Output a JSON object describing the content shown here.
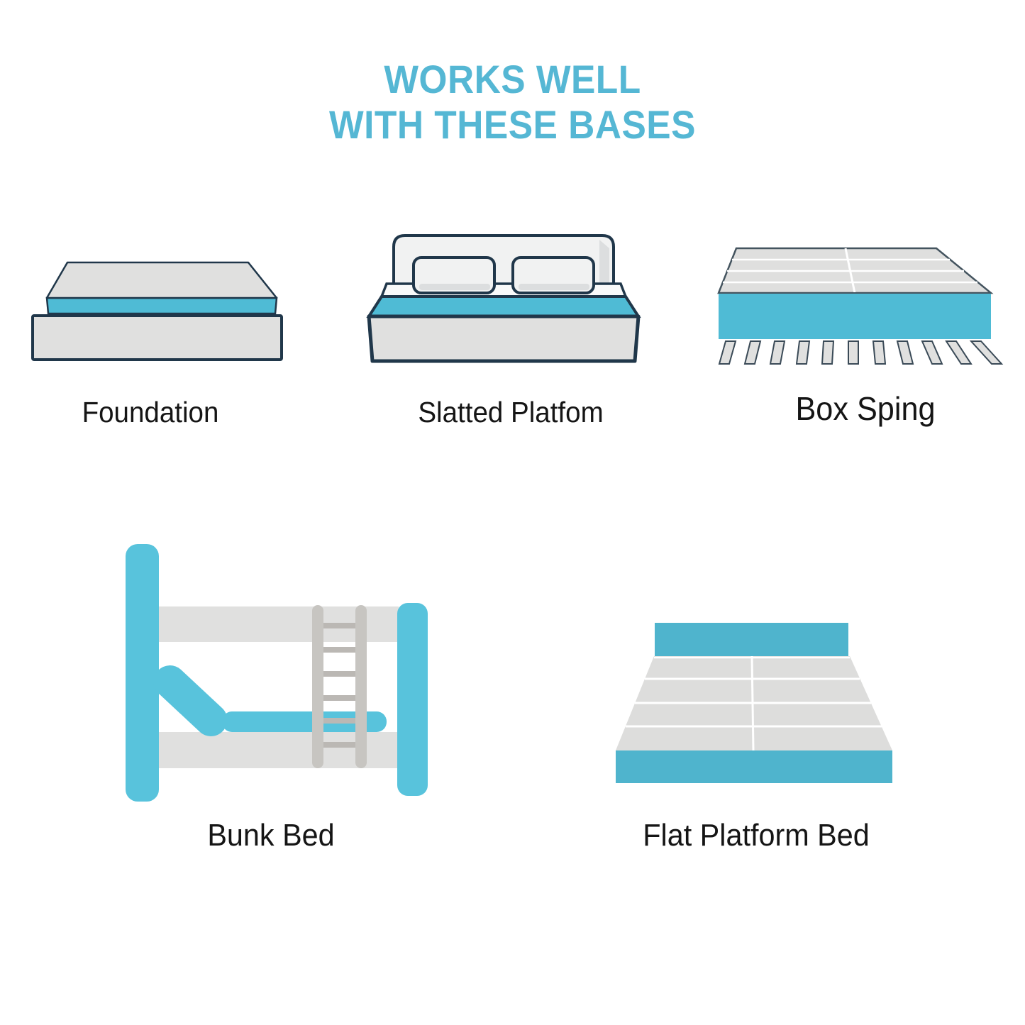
{
  "title": {
    "line1": "WORKS WELL",
    "line2": "WITH THESE BASES"
  },
  "items": [
    {
      "id": "foundation",
      "label": "Foundation"
    },
    {
      "id": "slatted-platform",
      "label": "Slatted Platfom"
    },
    {
      "id": "box-spring",
      "label": "Box Sping"
    },
    {
      "id": "bunk-bed",
      "label": "Bunk Bed"
    },
    {
      "id": "flat-platform-bed",
      "label": "Flat Platform Bed"
    }
  ],
  "colors": {
    "title": "#55B7D4",
    "label": "#151515",
    "teal": "#4FBBD5",
    "teal-light": "#58C3DC",
    "teal-mid": "#4FB4CD",
    "outline": "#20374A",
    "gray": "#E0E0DF",
    "gray-light": "#F1F2F2",
    "ladder": "#C7C5C1",
    "rung": "#BBB8B4"
  }
}
